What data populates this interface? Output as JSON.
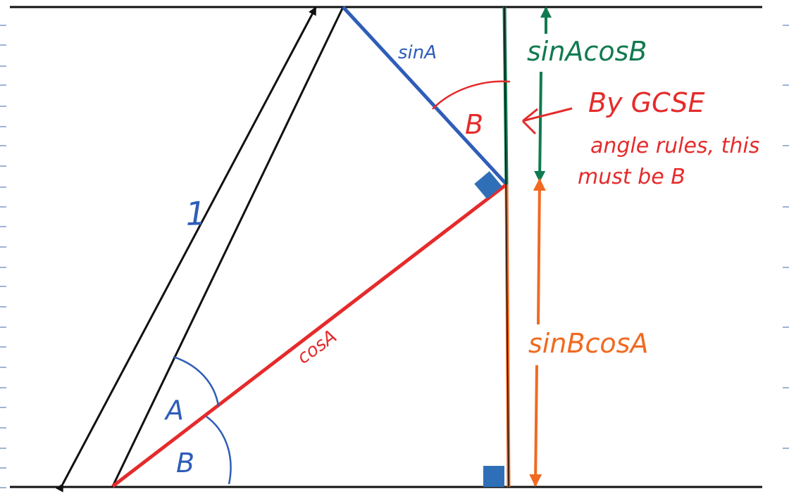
{
  "colors": {
    "black": "#111111",
    "blue": "#2f5db8",
    "red": "#e52b2b",
    "green": "#117a50",
    "orange": "#f06a21",
    "square": "#2f6fb8",
    "margin_ticks": "#9fb3d3"
  },
  "labels": {
    "hypotenuse": "1",
    "sin_a": "sinA",
    "cos_a": "cosA",
    "angle_a": "A",
    "angle_b_bottom": "B",
    "angle_b_top": "B",
    "sin_a_cos_b": "sinAcosB",
    "sin_b_cos_a": "sinBcosA"
  },
  "annotation": {
    "line1": "By GCSE",
    "line2": "angle rules, this",
    "line3": "must be B"
  }
}
